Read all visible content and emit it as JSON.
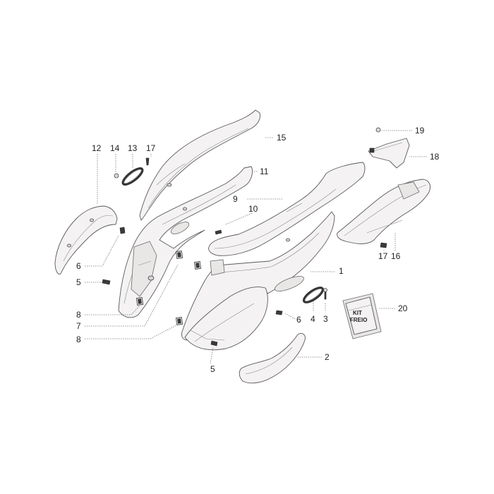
{
  "callouts": {
    "c1": "1",
    "c2": "2",
    "c3": "3",
    "c4": "4",
    "c5a": "5",
    "c5b": "5",
    "c6a": "6",
    "c6b": "6",
    "c7": "7",
    "c8a": "8",
    "c8b": "8",
    "c9": "9",
    "c10": "10",
    "c11": "11",
    "c12": "12",
    "c13": "13",
    "c14": "14",
    "c15": "15",
    "c16": "16",
    "c17a": "17",
    "c17b": "17",
    "c18": "18",
    "c19": "19",
    "c20": "20"
  },
  "kit_label": {
    "line1": "KIT",
    "line2": "FREIO"
  }
}
